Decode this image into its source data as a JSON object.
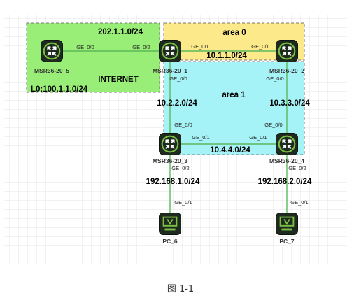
{
  "areas": {
    "internet": {
      "subnet": "202.1.1.0/24",
      "name": "INTERNET",
      "loopback": "L0:100.1.1.0/24",
      "color": "#99ee77"
    },
    "area0": {
      "name": "area 0",
      "subnet": "10.1.1.0/24",
      "color": "#fbe98a"
    },
    "area1": {
      "name": "area 1",
      "color": "#a6f3f7"
    }
  },
  "devices": {
    "r5": {
      "name": "MSR36-20_5",
      "icon": "router-icon"
    },
    "r1": {
      "name": "MSR36-20_1",
      "icon": "router-icon"
    },
    "r2": {
      "name": "MSR36-20_2",
      "icon": "router-icon"
    },
    "r3": {
      "name": "MSR36-20_3",
      "icon": "router-icon"
    },
    "r4": {
      "name": "MSR36-20_4",
      "icon": "router-icon"
    },
    "pc6": {
      "name": "PC_6",
      "icon": "pc-icon"
    },
    "pc7": {
      "name": "PC_7",
      "icon": "pc-icon"
    }
  },
  "ports": {
    "r5_r1_a": "GE_0/0",
    "r5_r1_b": "GE_0/2",
    "r1_r2_a": "GE_0/1",
    "r1_r2_b": "GE_0/1",
    "r1_down": "GE_0/0",
    "r2_down": "GE_0/0",
    "r3_up": "GE_0/0",
    "r4_up": "GE_0/0",
    "r3_r4_a": "GE_0/1",
    "r3_r4_b": "GE_0/1",
    "r3_down": "GE_0/2",
    "r4_down": "GE_0/2",
    "pc6_up": "GE_0/1",
    "pc7_up": "GE_0/1"
  },
  "subnets": {
    "r1_r3": "10.2.2.0/24",
    "r2_r4": "10.3.3.0/24",
    "r3_r4": "10.4.4.0/24",
    "r3_pc6": "192.168.1.0/24",
    "r4_pc7": "192.168.2.0/24"
  },
  "colors": {
    "link": "#5cb85c",
    "grid": "#e6e6e6",
    "router": "#1f2a1f",
    "router_ring": "#7ac143"
  },
  "caption": "图 1-1"
}
